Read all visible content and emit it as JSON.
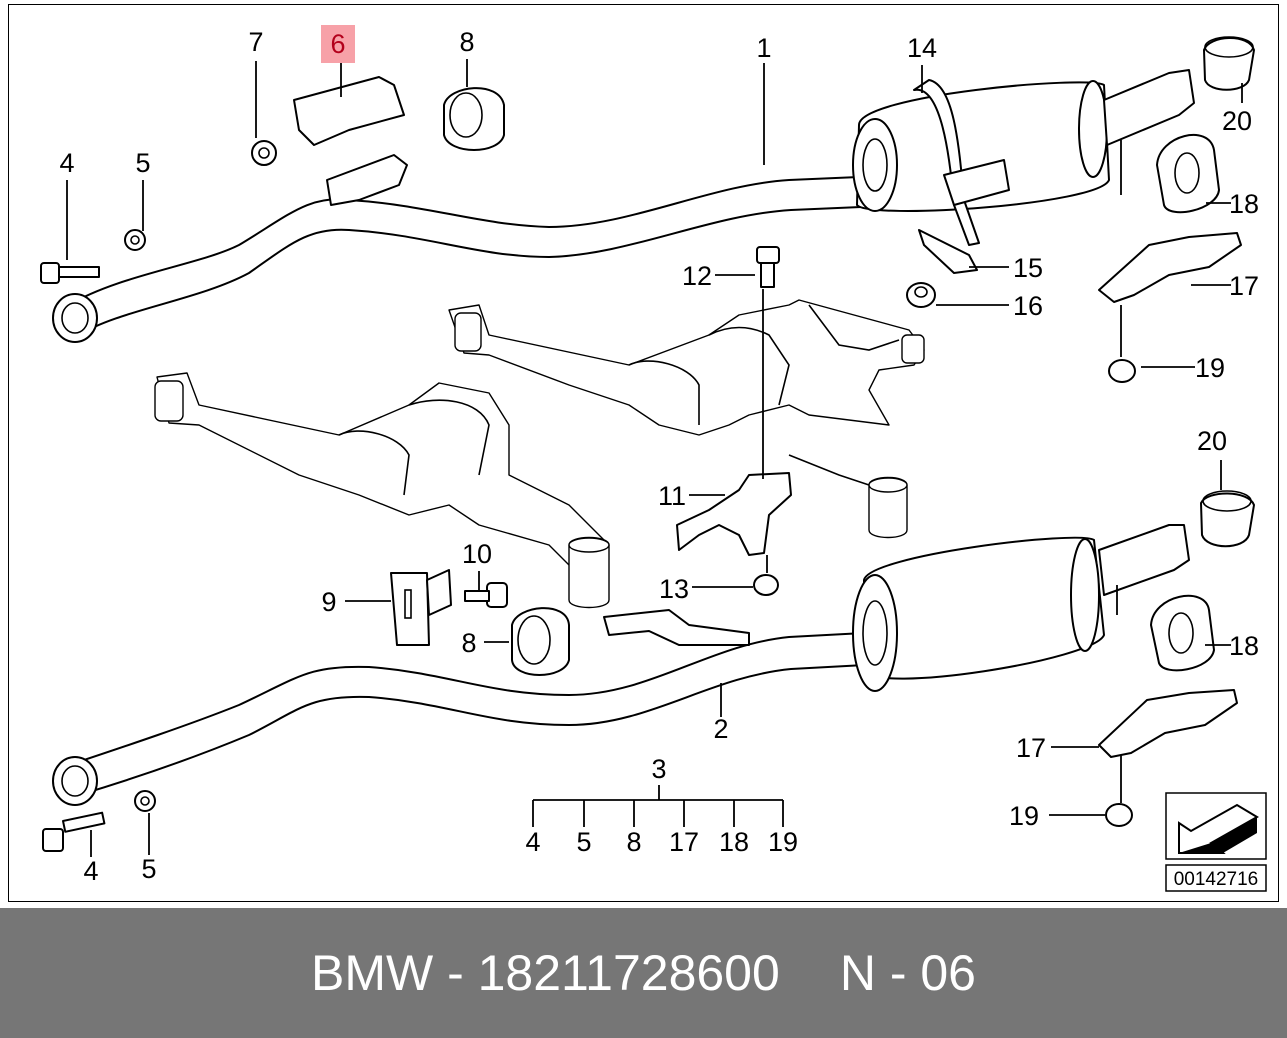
{
  "callouts": [
    {
      "id": "c1",
      "text": "1"
    },
    {
      "id": "c2",
      "text": "2"
    },
    {
      "id": "c3",
      "text": "3"
    },
    {
      "id": "c4a",
      "text": "4"
    },
    {
      "id": "c4b",
      "text": "4"
    },
    {
      "id": "c4c",
      "text": "4"
    },
    {
      "id": "c5a",
      "text": "5"
    },
    {
      "id": "c5b",
      "text": "5"
    },
    {
      "id": "c5c",
      "text": "5"
    },
    {
      "id": "c6",
      "text": "6"
    },
    {
      "id": "c7",
      "text": "7"
    },
    {
      "id": "c8a",
      "text": "8"
    },
    {
      "id": "c8b",
      "text": "8"
    },
    {
      "id": "c8c",
      "text": "8"
    },
    {
      "id": "c9",
      "text": "9"
    },
    {
      "id": "c10",
      "text": "10"
    },
    {
      "id": "c11",
      "text": "11"
    },
    {
      "id": "c12",
      "text": "12"
    },
    {
      "id": "c13",
      "text": "13"
    },
    {
      "id": "c14",
      "text": "14"
    },
    {
      "id": "c15",
      "text": "15"
    },
    {
      "id": "c16",
      "text": "16"
    },
    {
      "id": "c17a",
      "text": "17"
    },
    {
      "id": "c17b",
      "text": "17"
    },
    {
      "id": "c17c",
      "text": "17"
    },
    {
      "id": "c18a",
      "text": "18"
    },
    {
      "id": "c18b",
      "text": "18"
    },
    {
      "id": "c18c",
      "text": "18"
    },
    {
      "id": "c19a",
      "text": "19"
    },
    {
      "id": "c19b",
      "text": "19"
    },
    {
      "id": "c19c",
      "text": "19"
    },
    {
      "id": "c20a",
      "text": "20"
    },
    {
      "id": "c20b",
      "text": "20"
    }
  ],
  "highlight_color": "#f7a1a8",
  "highlight_text_color": "#b3001b",
  "catalog_number": "00142716",
  "footer": {
    "brand_part": "BMW - 18211728600",
    "position": "N - 06",
    "background_color": "#767676"
  }
}
